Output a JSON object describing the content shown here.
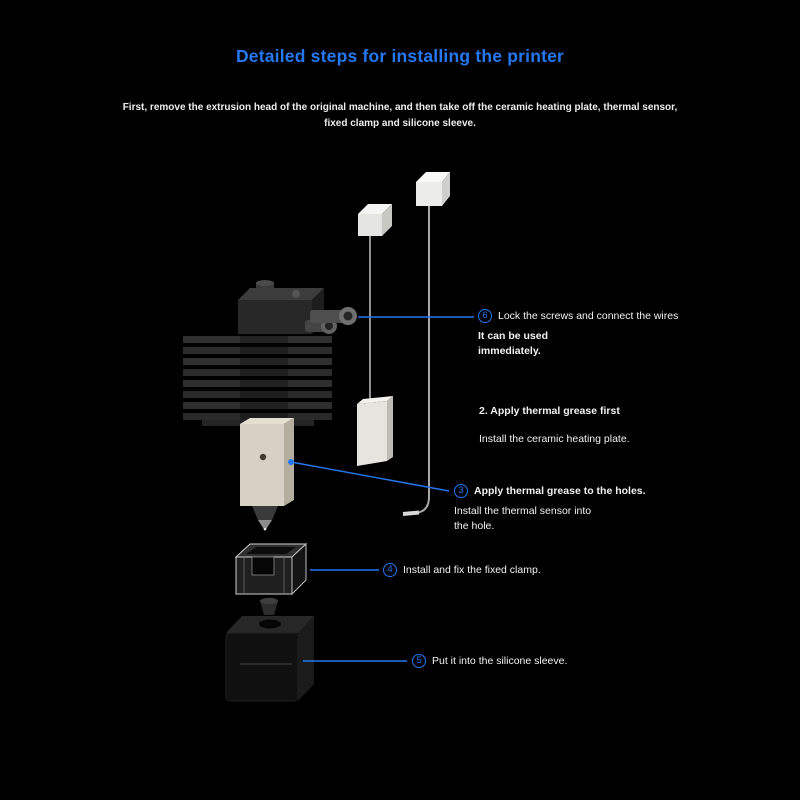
{
  "page": {
    "title": "Detailed steps for installing the printer",
    "intro": "First, remove the extrusion head of the original machine, and then take off the ceramic heating plate, thermal sensor, fixed clamp and silicone sleeve."
  },
  "annotations": {
    "step6": {
      "badge": "6",
      "title": "Lock the screws and connect the wires",
      "sub": "It can be used immediately."
    },
    "step2": {
      "title": "2. Apply thermal grease first",
      "sub": "Install the ceramic heating plate."
    },
    "step3": {
      "badge": "3",
      "title": "Apply thermal grease to the holes.",
      "sub": "Install the thermal sensor into the hole."
    },
    "step4": {
      "badge": "4",
      "title": "Install and fix the fixed clamp."
    },
    "step5": {
      "badge": "5",
      "title": "Put it into the silicone sleeve."
    }
  },
  "colors": {
    "accent": "#2577f2",
    "background": "#000000",
    "text": "#ffffff"
  }
}
